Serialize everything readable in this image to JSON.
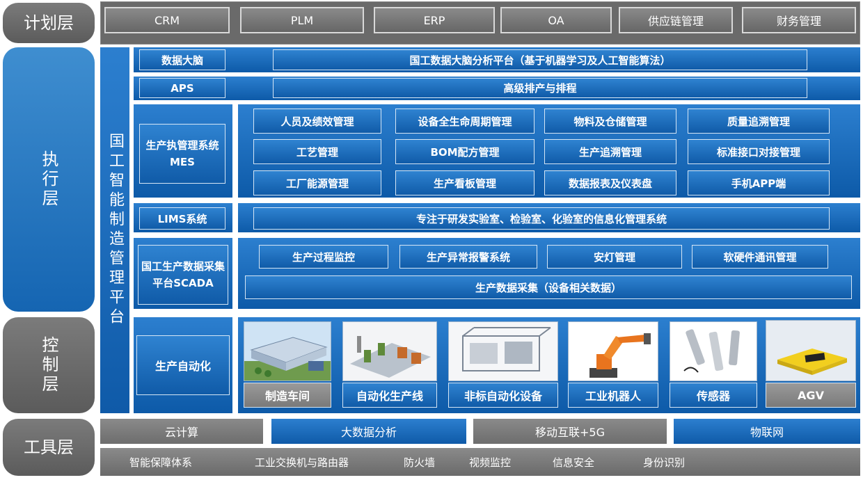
{
  "layers": {
    "plan": "计划层",
    "exec": "执行层",
    "control": "控制层",
    "tools": "工具层"
  },
  "platform": "国工智能制造管理平台",
  "plan_items": [
    "CRM",
    "PLM",
    "ERP",
    "OA",
    "供应链管理",
    "财务管理"
  ],
  "data_brain": {
    "label": "数据大脑",
    "desc": "国工数据大脑分析平台（基于机器学习及人工智能算法）"
  },
  "aps": {
    "label": "APS",
    "desc": "高级排产与排程"
  },
  "mes": {
    "label": "生产执管理系统MES",
    "modules": [
      "人员及绩效管理",
      "设备全生命周期管理",
      "物料及仓储管理",
      "质量追溯管理",
      "工艺管理",
      "BOM配方管理",
      "生产追溯管理",
      "标准接口对接管理",
      "工厂能源管理",
      "生产看板管理",
      "数据报表及仪表盘",
      "手机APP端"
    ]
  },
  "lims": {
    "label": "LIMS系统",
    "desc": "专注于研发实验室、检验室、化验室的信息化管理系统"
  },
  "scada": {
    "label": "国工生产数据采集平台SCADA",
    "modules": [
      "生产过程监控",
      "生产异常报警系统",
      "安灯管理",
      "软硬件通讯管理"
    ],
    "collect": "生产数据采集（设备相关数据）"
  },
  "automation": {
    "label": "生产自动化",
    "items": [
      "制造车间",
      "自动化生产线",
      "非标自动化设备",
      "工业机器人",
      "传感器",
      "AGV"
    ]
  },
  "tools_row1": [
    "云计算",
    "大数据分析",
    "移动互联+5G",
    "物联网"
  ],
  "tools_row2": [
    "智能保障体系",
    "工业交换机与路由器",
    "防火墙",
    "视频监控",
    "信息安全",
    "身份识别"
  ]
}
